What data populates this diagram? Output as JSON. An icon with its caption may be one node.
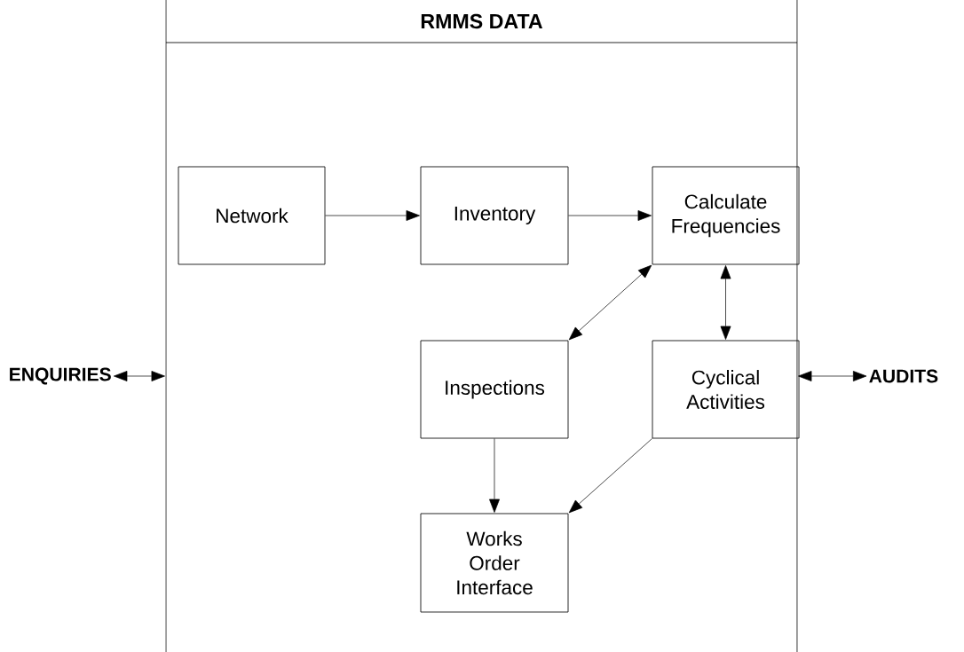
{
  "diagram": {
    "nodes": [
      {
        "text": [
          "RMMS DATA"
        ]
      },
      {
        "text": [
          "Network"
        ],
        "in": 0
      },
      {
        "text": [
          "Inventory"
        ],
        "in": 0
      },
      {
        "text": [
          "Calculate Frequencies"
        ],
        "in": 0
      },
      {
        "text": [
          "Inspections"
        ],
        "in": 0
      },
      {
        "text": [
          "Cyclical Activities"
        ],
        "in": 0
      },
      {
        "text": [
          "Works Order Interface"
        ],
        "in": 0
      },
      {
        "text": [
          "ENQUIRIES"
        ]
      },
      {
        "text": [
          "AUDITS"
        ]
      }
    ],
    "edges": [
      {
        "from": 1,
        "to": 2,
        "arrow": "to"
      },
      {
        "from": 2,
        "to": 3,
        "arrow": "to"
      },
      {
        "from": 3,
        "to": 4,
        "arrow": "both"
      },
      {
        "from": 3,
        "to": 5,
        "arrow": "both"
      },
      {
        "from": 4,
        "to": 6,
        "arrow": "to"
      },
      {
        "from": 5,
        "to": 6,
        "arrow": "to"
      },
      {
        "from": 7,
        "to": 0,
        "arrow": "both"
      },
      {
        "from": 0,
        "to": 8,
        "arrow": "both"
      }
    ]
  }
}
